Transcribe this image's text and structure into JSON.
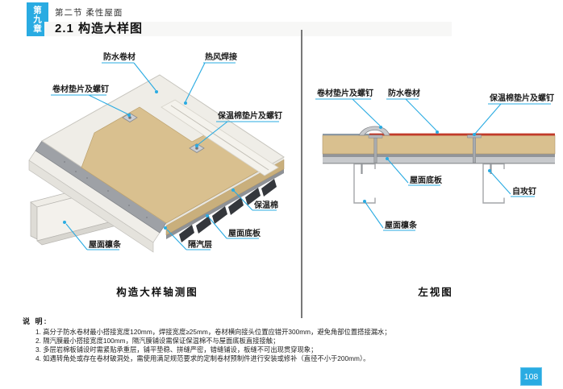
{
  "header": {
    "chapter": "第九章",
    "section": "第二节 柔性屋面",
    "title": "2.1 构造大样图"
  },
  "axon_view": {
    "caption": "构造大样轴测图",
    "labels": {
      "waterproof_membrane": "防水卷材",
      "hot_air_welding": "热风焊接",
      "membrane_washer_screw": "卷材垫片及螺钉",
      "insulation_washer_screw": "保温棉垫片及螺钉",
      "insulation": "保温棉",
      "roof_deck": "屋面底板",
      "vapor_barrier": "隔汽层",
      "roof_purlin": "屋面檩条"
    }
  },
  "side_view": {
    "caption": "左视图",
    "labels": {
      "membrane_washer_screw": "卷材垫片及螺钉",
      "waterproof_membrane": "防水卷材",
      "insulation_washer_screw": "保温棉垫片及螺钉",
      "roof_deck": "屋面底板",
      "self_tapping_screw": "自攻钉",
      "roof_purlin": "屋面檩条"
    }
  },
  "notes": {
    "title": "说 明:",
    "items": [
      "1. 高分子防水卷材最小搭接宽度120mm，焊接宽度≥25mm，卷材横向接头位置应错开300mm，避免角部位置搭接漏水；",
      "2. 隔汽膜最小搭接宽度100mm，隔汽膜铺设需保证保温棉不与屋面底板直接接触；",
      "3. 多层岩棉板铺设时需紧贴承重层，铺平垫稳、拼缝严密，错缝铺设，板缝不可出现贯穿现象；",
      "4. 如遇转角处或存在卷材破洞处，需使用满足规范要求的定制卷材预制件进行安装或修补（直径不小于200mm）。"
    ]
  },
  "page_number": "108",
  "colors": {
    "accent": "#29ABE2",
    "insulation": "#D9C08F",
    "membrane": "#EFEDE7",
    "vapor_barrier_gray": "#9EA1A6",
    "deck_dark": "#34373C",
    "membrane_red": "#C13A2A"
  }
}
